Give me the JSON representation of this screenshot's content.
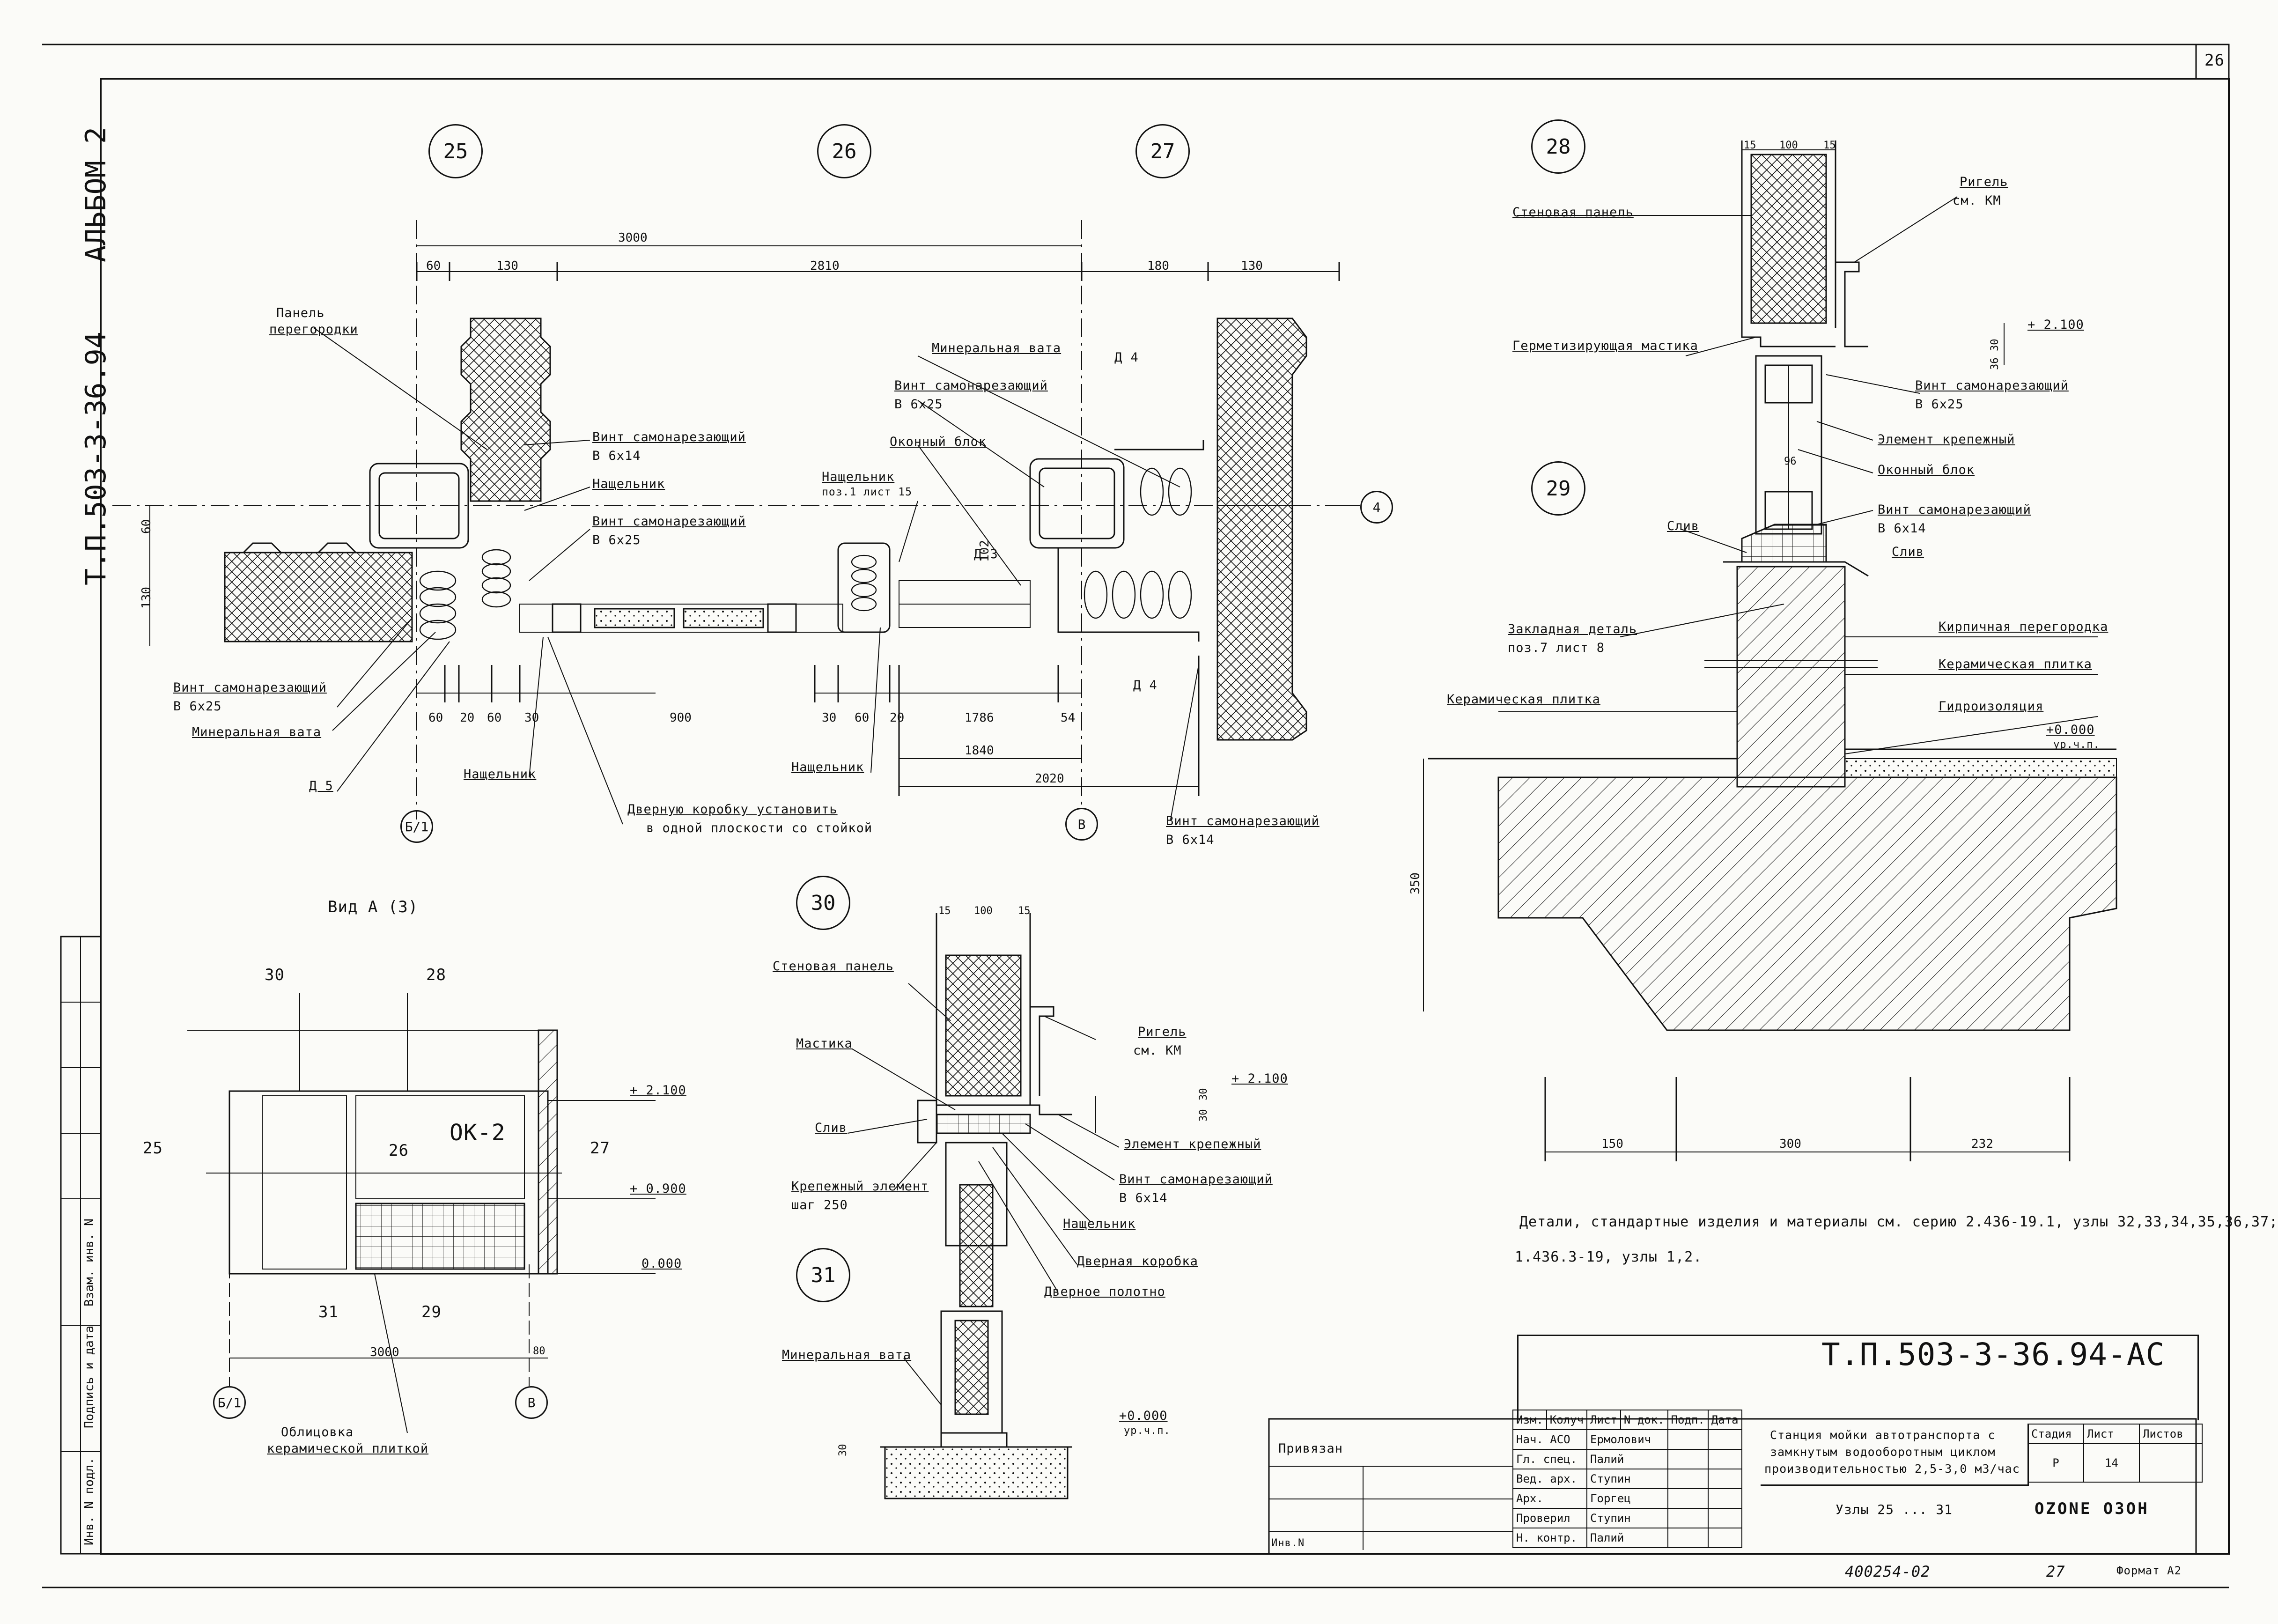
{
  "sheet_number": "26",
  "album": "АЛЬБОМ 2",
  "doc_code_side": "Т.П.503-3-36.94",
  "nodes": {
    "n25": "25",
    "n26": "26",
    "n27": "27",
    "n28": "28",
    "n29": "29",
    "n30": "30",
    "n31": "31"
  },
  "axes": {
    "b1": "Б/1",
    "v": "В",
    "four": "4"
  },
  "plan": {
    "dims_top": {
      "d3000": "3000",
      "d60": "60",
      "d130a": "130",
      "d2810": "2810",
      "d180": "180",
      "d130b": "130"
    },
    "dims_bottom": {
      "d60a": "60",
      "d20a": "20",
      "d60b": "60",
      "d30a": "30",
      "d900": "900",
      "d30b": "30",
      "d60c": "60",
      "d20b": "20",
      "d1786": "1786",
      "d54": "54",
      "d1840": "1840",
      "d2020": "2020"
    },
    "dims_left": {
      "d60": "60",
      "d130": "130"
    },
    "dim_102": "102",
    "labels": {
      "panel": "Панель",
      "partition": "перегородки",
      "screw_6x14_a": "Винт самонарезающий",
      "screw_6x14_a2": "В 6х14",
      "nachelnik_a": "Нащельник",
      "screw_6x25_a": "Винт самонарезающий",
      "screw_6x25_a2": "В 6х25",
      "min_wool_top": "Минеральная вата",
      "screw_6x25_b": "Винт самонарезающий",
      "screw_6x25_b2": "В 6х25",
      "window_block": "Оконный блок",
      "nachelnik_b": "Нащельник",
      "nachelnik_b2": "поз.1 лист 15",
      "d4a": "Д 4",
      "d3": "Д 3",
      "d4b": "Д 4",
      "screw_left": "Винт самонарезающий",
      "screw_left2": "В 6х25",
      "min_wool_left": "Минеральная вата",
      "d5": "Д 5",
      "nachelnik_c": "Нащельник",
      "door_frame_note": "Дверную коробку установить",
      "door_frame_note2": "в одной плоскости со стойкой",
      "nachelnik_d": "Нащельник",
      "screw_right": "Винт самонарезающий",
      "screw_right2": "В 6х14"
    }
  },
  "detail28": {
    "dims": {
      "d15a": "15",
      "d100": "100",
      "d15b": "15",
      "d30": "30",
      "d36": "36"
    },
    "level": "+ 2.100",
    "labels": {
      "wall_panel": "Стеновая панель",
      "rigel": "Ригель",
      "rigel2": "см. КМ",
      "sealant": "Герметизирующая мастика",
      "screw": "Винт самонарезающий",
      "screw2": "В 6х25",
      "fix_element": "Элемент крепежный",
      "window_block": "Оконный блок"
    }
  },
  "detail29": {
    "level": "+0.000",
    "level_sub": "ур.ч.п.",
    "dims": {
      "d350": "350",
      "d150": "150",
      "d300": "300",
      "d232": "232",
      "d96": "96"
    },
    "labels": {
      "sill_a": "Слив",
      "screw": "Винт самонарезающий",
      "screw2": "В 6х14",
      "sill_b": "Слив",
      "embed": "Закладная деталь",
      "embed2": "поз.7 лист 8",
      "brick": "Кирпичная перегородка",
      "tile_r": "Керамическая плитка",
      "tile_l": "Керамическая плитка",
      "waterproof": "Гидроизоляция"
    }
  },
  "view_a": {
    "title": "Вид А  (3)",
    "callouts": {
      "c30": "30",
      "c28": "28",
      "c25": "25",
      "c26": "26",
      "c27": "27",
      "c31": "31",
      "c29": "29"
    },
    "window": "ОК-2",
    "levels": {
      "l2100": "+ 2.100",
      "l0900": "+ 0.900",
      "l0000": "0.000"
    },
    "dims": {
      "d3000": "3000",
      "d80": "80"
    },
    "tile_note": "Облицовка",
    "tile_note2": "керамической плиткой"
  },
  "detail30": {
    "dims": {
      "d15a": "15",
      "d100": "100",
      "d15b": "15",
      "d30a": "30",
      "d30b": "30"
    },
    "level": "+ 2.100",
    "labels": {
      "wall_panel": "Стеновая панель",
      "mastic": "Мастика",
      "sill": "Слив",
      "fix_elem_step": "Крепежный элемент",
      "fix_elem_step2": "шаг 250",
      "rigel": "Ригель",
      "rigel2": "см. КМ",
      "fix_elem": "Элемент крепежный",
      "screw": "Винт самонарезающий",
      "screw2": "В 6х14",
      "nachelnik": "Нащельник",
      "door_frame": "Дверная коробка",
      "door_leaf": "Дверное полотно"
    }
  },
  "detail31": {
    "label": "Минеральная вата",
    "level": "+0.000",
    "level_sub": "ур.ч.п.",
    "dim": "30"
  },
  "note": {
    "line1": "Детали, стандартные изделия и материалы см. серию 2.436-19.1, узлы 32,33,34,35,36,37;",
    "line2": "1.436.3-19, узлы 1,2."
  },
  "title_block": {
    "code": "Т.П.503-3-36.94-АС",
    "privyazan": "Привязан",
    "inv": "Инв.N",
    "hdr": [
      "Изм.",
      "Колуч",
      "Лист",
      "N док.",
      "Подп.",
      "Дата"
    ],
    "roles": [
      {
        "role": "Нач. АСО",
        "name": "Ермолович"
      },
      {
        "role": "Гл. спец.",
        "name": "Палий"
      },
      {
        "role": "Вед. арх.",
        "name": "Ступин"
      },
      {
        "role": "Арх.",
        "name": "Горгец"
      },
      {
        "role": "Проверил",
        "name": "Ступин"
      },
      {
        "role": "Н. контр.",
        "name": "Палий"
      }
    ],
    "project": [
      "Станция мойки автотранспорта с",
      "замкнутым водооборотным циклом",
      "производительностью 2,5-3,0 м3/час"
    ],
    "stage_hdr": "Стадия",
    "sheet_hdr": "Лист",
    "sheets_hdr": "Листов",
    "stage": "Р",
    "sheet": "14",
    "sheet_name": "Узлы  25 ... 31",
    "logo": "OZONE ОЗОН",
    "inv_number": "400254-02",
    "page_no": "27",
    "format": "Формат А2"
  },
  "side_stamp": [
    "Инв. N подл.",
    "Подпись и дата",
    "Взам. инв. N"
  ]
}
